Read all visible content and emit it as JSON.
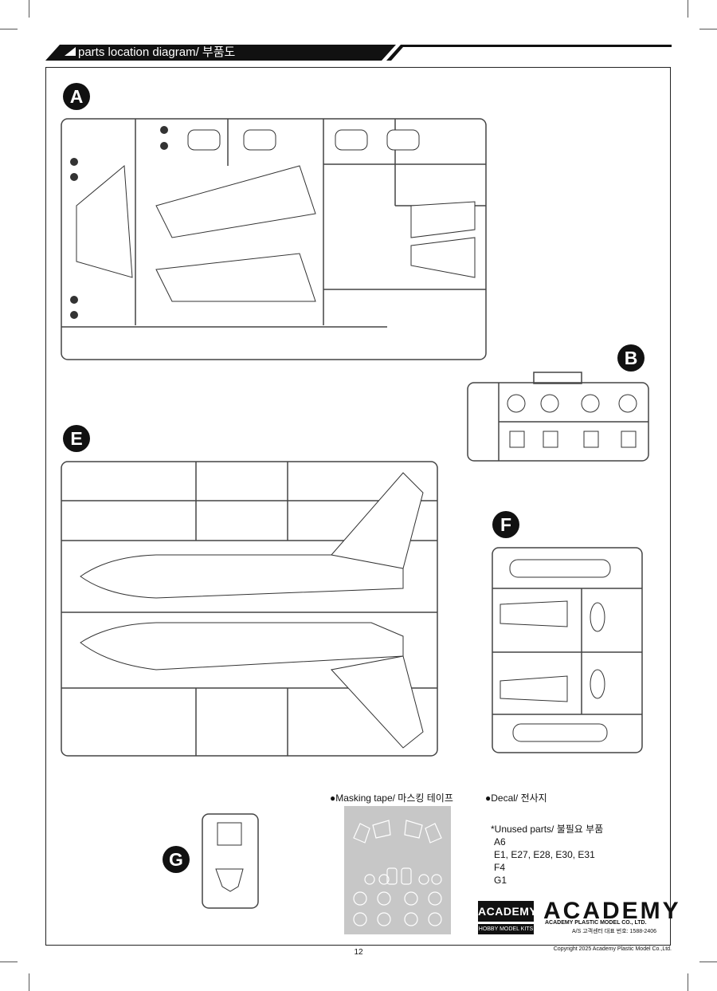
{
  "header": {
    "title": "parts location diagram/ 부품도"
  },
  "sprues": {
    "a": {
      "badge": "A"
    },
    "b": {
      "badge": "B"
    },
    "e": {
      "badge": "E"
    },
    "f": {
      "badge": "F"
    },
    "g": {
      "badge": "G"
    }
  },
  "masking": {
    "label": "●Masking tape/ 마스킹 테이프"
  },
  "decal": {
    "label": "●Decal/ 전사지"
  },
  "unused": {
    "title": "*Unused parts/ 불필요 부품",
    "items": [
      "A6",
      "E1, E27, E28, E30, E31",
      "F4",
      "G1"
    ]
  },
  "brand": {
    "box_top": "ACADEMY",
    "box_bottom": "HOBBY MODEL KITS",
    "logo": "ACADEMY",
    "company": "ACADEMY PLASTIC MODEL CO., LTD.",
    "service": "A/S 고객센터 대표 번호: 1588-2406"
  },
  "footer": {
    "page": "12",
    "copyright": "Copyright 2025 Academy Plastic Model Co.,Ltd."
  }
}
